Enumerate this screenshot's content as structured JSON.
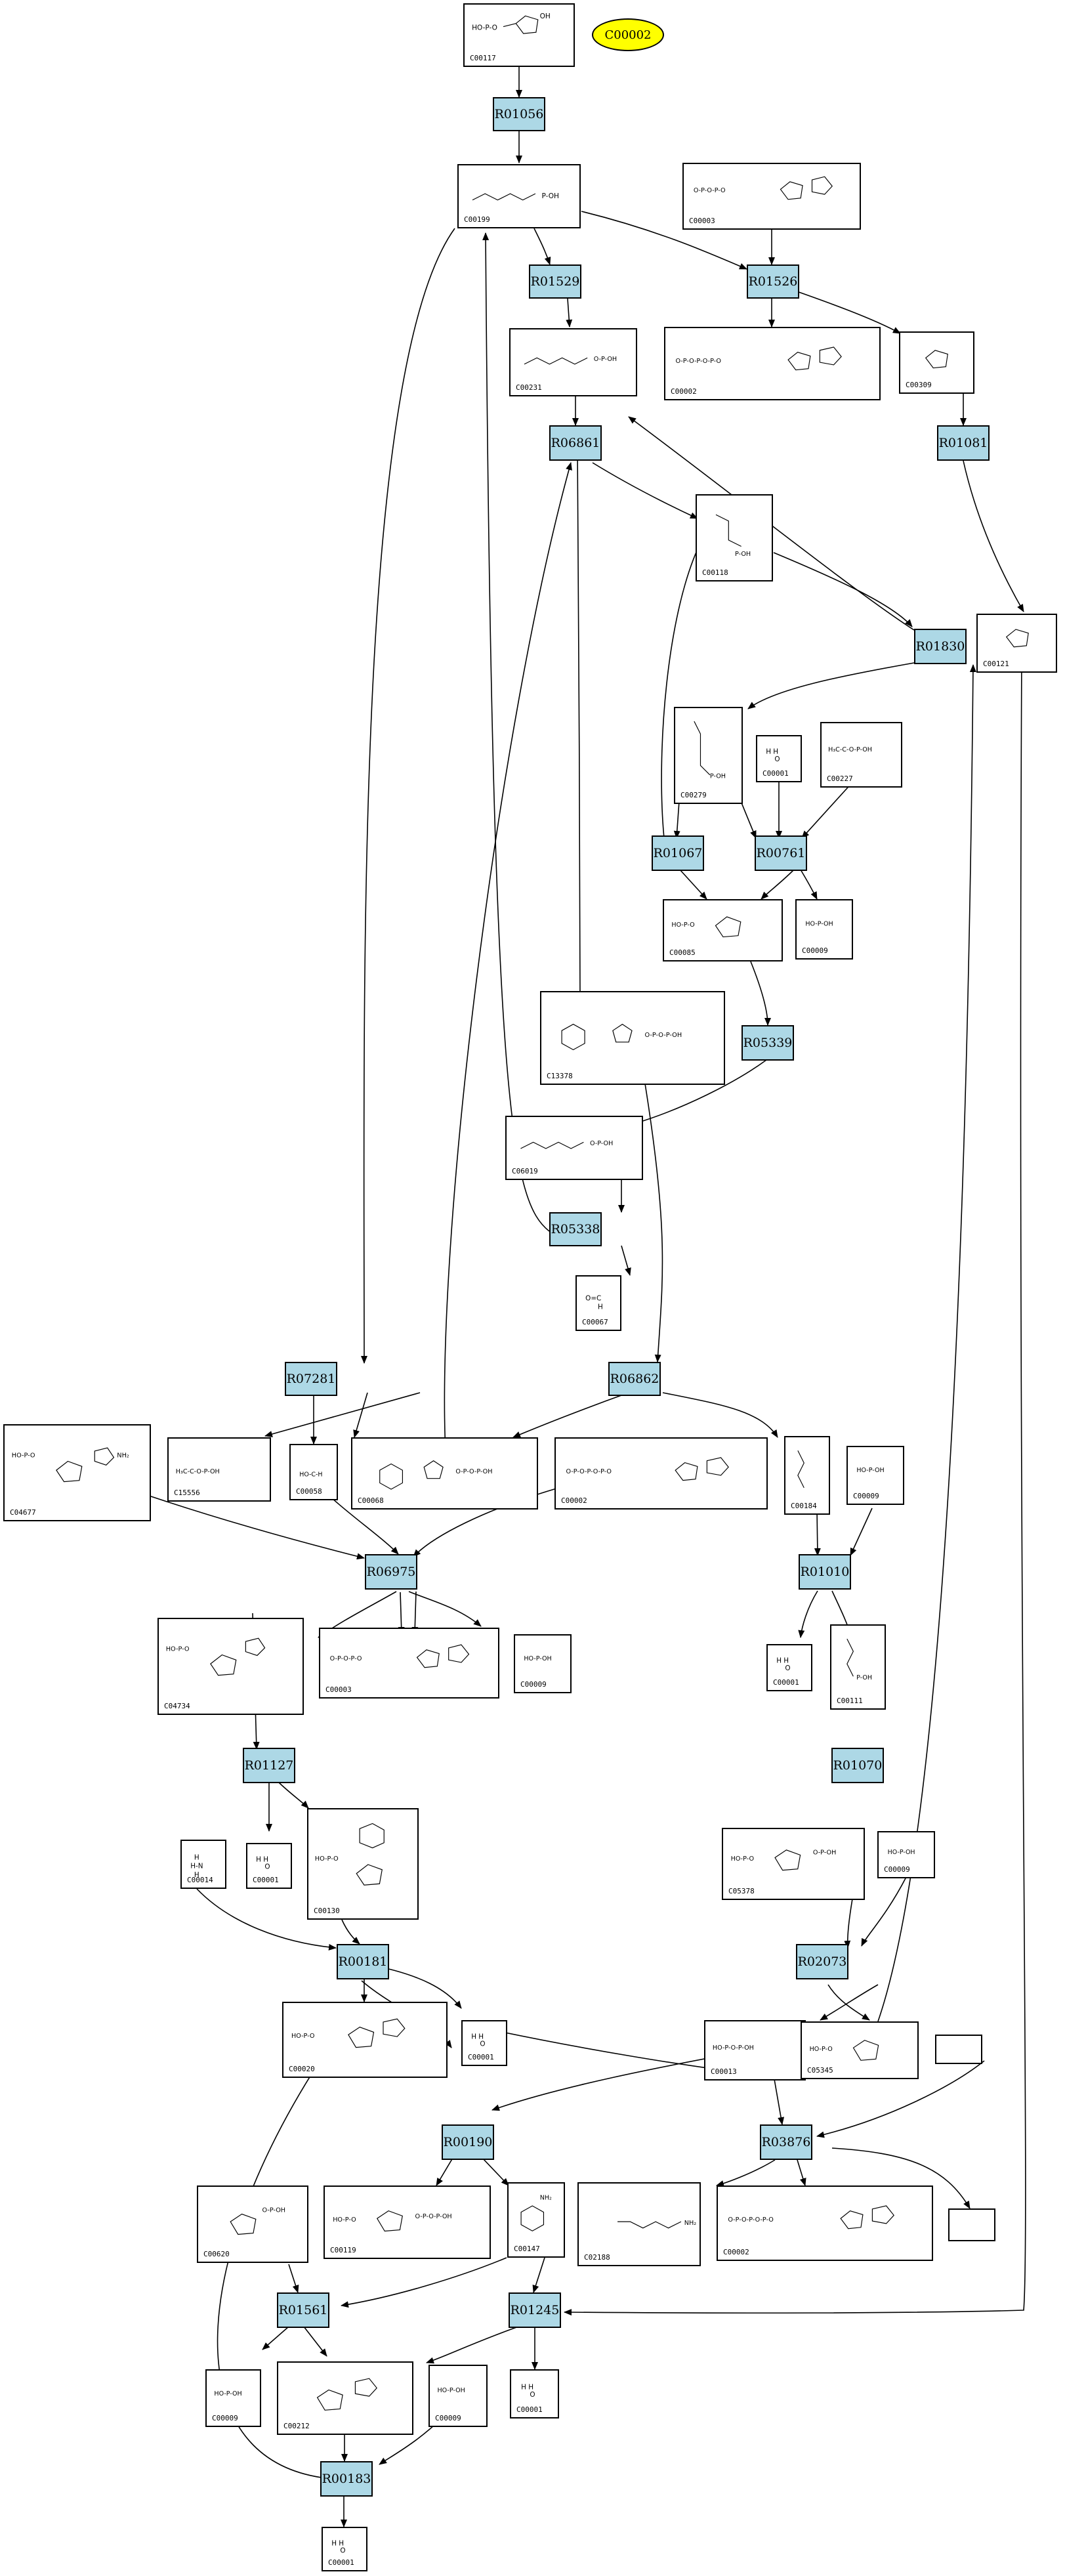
{
  "legend": {
    "label": "C00002",
    "color": "#ffff00"
  },
  "colors": {
    "reaction_fill": "#add8e6",
    "edge": "#000000"
  },
  "reactions": {
    "R01056": "R01056",
    "R01529": "R01529",
    "R01526": "R01526",
    "R01081": "R01081",
    "R06861": "R06861",
    "R01830": "R01830",
    "R01067": "R01067",
    "R00761": "R00761",
    "R05339": "R05339",
    "R05338": "R05338",
    "R07281": "R07281",
    "R06862": "R06862",
    "R06975": "R06975",
    "R01010": "R01010",
    "R01127": "R01127",
    "R01070": "R01070",
    "R00181": "R00181",
    "R02073": "R02073",
    "R00190": "R00190",
    "R03876": "R03876",
    "R01561": "R01561",
    "R01245": "R01245",
    "R00183": "R00183"
  },
  "compounds": {
    "c00117": "C00117",
    "c00199": "C00199",
    "c00003": "C00003",
    "c00231": "C00231",
    "c00002a": "C00002",
    "c00309": "C00309",
    "c00118": "C00118",
    "c00121": "C00121",
    "c00279": "C00279",
    "c00001a": "C00001",
    "c00227": "C00227",
    "c00085": "C00085",
    "c00009a": "C00009",
    "c13378": "C13378",
    "c06019": "C06019",
    "c00067": "C00067",
    "c04677": "C04677",
    "c15556": "C15556",
    "c00058": "C00058",
    "c00068": "C00068",
    "c00002b": "C00002",
    "c00184": "C00184",
    "c00009b": "C00009",
    "c04734": "C04734",
    "c00003b": "C00003",
    "c00009c": "C00009",
    "c00001b": "C00001",
    "c00111": "C00111",
    "c00014": "C00014",
    "c00001c": "C00001",
    "c00130": "C00130",
    "c05378": "C05378",
    "c00009d": "C00009",
    "c00020": "C00020",
    "c00001d": "C00001",
    "c00013": "C00013",
    "c05345": "C05345",
    "c00620": "C00620",
    "c00119": "C00119",
    "c00147": "C00147",
    "c02188": "C02188",
    "c00002c": "C00002",
    "c00009e": "C00009",
    "c00212": "C00212",
    "c00009f": "C00009",
    "c00001e": "C00001",
    "c00001f": "C00001"
  }
}
